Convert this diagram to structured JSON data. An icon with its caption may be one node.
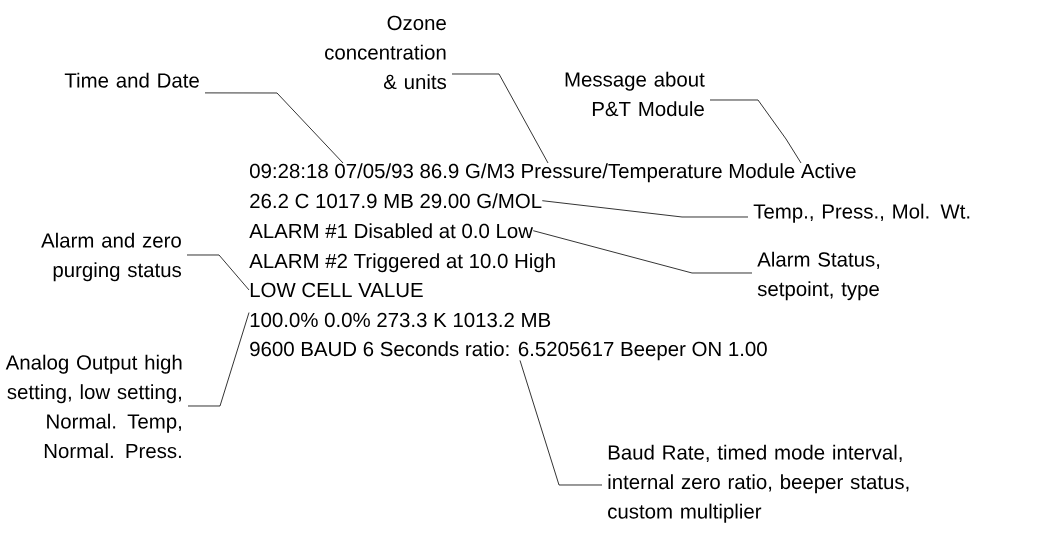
{
  "diagram": {
    "nodes": [
      {
        "text": [
          "Ozone concentration & units"
        ]
      },
      {
        "text": [
          "Time and Date"
        ]
      },
      {
        "text": [
          "Message about P&T Module"
        ]
      },
      {
        "text": [
          "09:28:18  07/05/93 86.9 G/M3 Pressure/Temperature Module Active"
        ]
      },
      {
        "text": [
          "26.2 C 1017.9 MB 29.00 G/MOL"
        ]
      },
      {
        "text": [
          "ALARM #1 Disabled at 0.0 Low"
        ]
      },
      {
        "text": [
          "ALARM #2 Triggered at 10.0 High"
        ]
      },
      {
        "text": [
          "LOW CELL VALUE"
        ]
      },
      {
        "text": [
          "100.0% 0.0% 273.3 K 1013.2 MB"
        ]
      },
      {
        "text": [
          "9600 BAUD 6 Seconds ratio: 6.5205617 Beeper ON 1.00"
        ]
      },
      {
        "text": [
          "Temp., Press., Mol. Wt."
        ]
      },
      {
        "text": [
          "Alarm and zero purging status"
        ]
      },
      {
        "text": [
          "Alarm Status, setpoint, type"
        ]
      },
      {
        "text": [
          "Analog Output high setting, low setting, Normal. Temp, Normal. Press."
        ]
      },
      {
        "text": [
          "Baud Rate, timed mode interval, internal zero ratio, beeper status, custom multiplier"
        ]
      }
    ],
    "edges": [
      {
        "from": 1,
        "to": 3,
        "arrow": "none"
      },
      {
        "from": 0,
        "to": 3,
        "arrow": "none"
      },
      {
        "from": 2,
        "to": 3,
        "arrow": "none"
      },
      {
        "from": 10,
        "to": 4,
        "arrow": "none"
      },
      {
        "from": 12,
        "to": 5,
        "arrow": "none"
      },
      {
        "from": 11,
        "to": 7,
        "arrow": "none"
      },
      {
        "from": 13,
        "to": 8,
        "arrow": "none"
      },
      {
        "from": 14,
        "to": 9,
        "arrow": "none"
      }
    ]
  }
}
